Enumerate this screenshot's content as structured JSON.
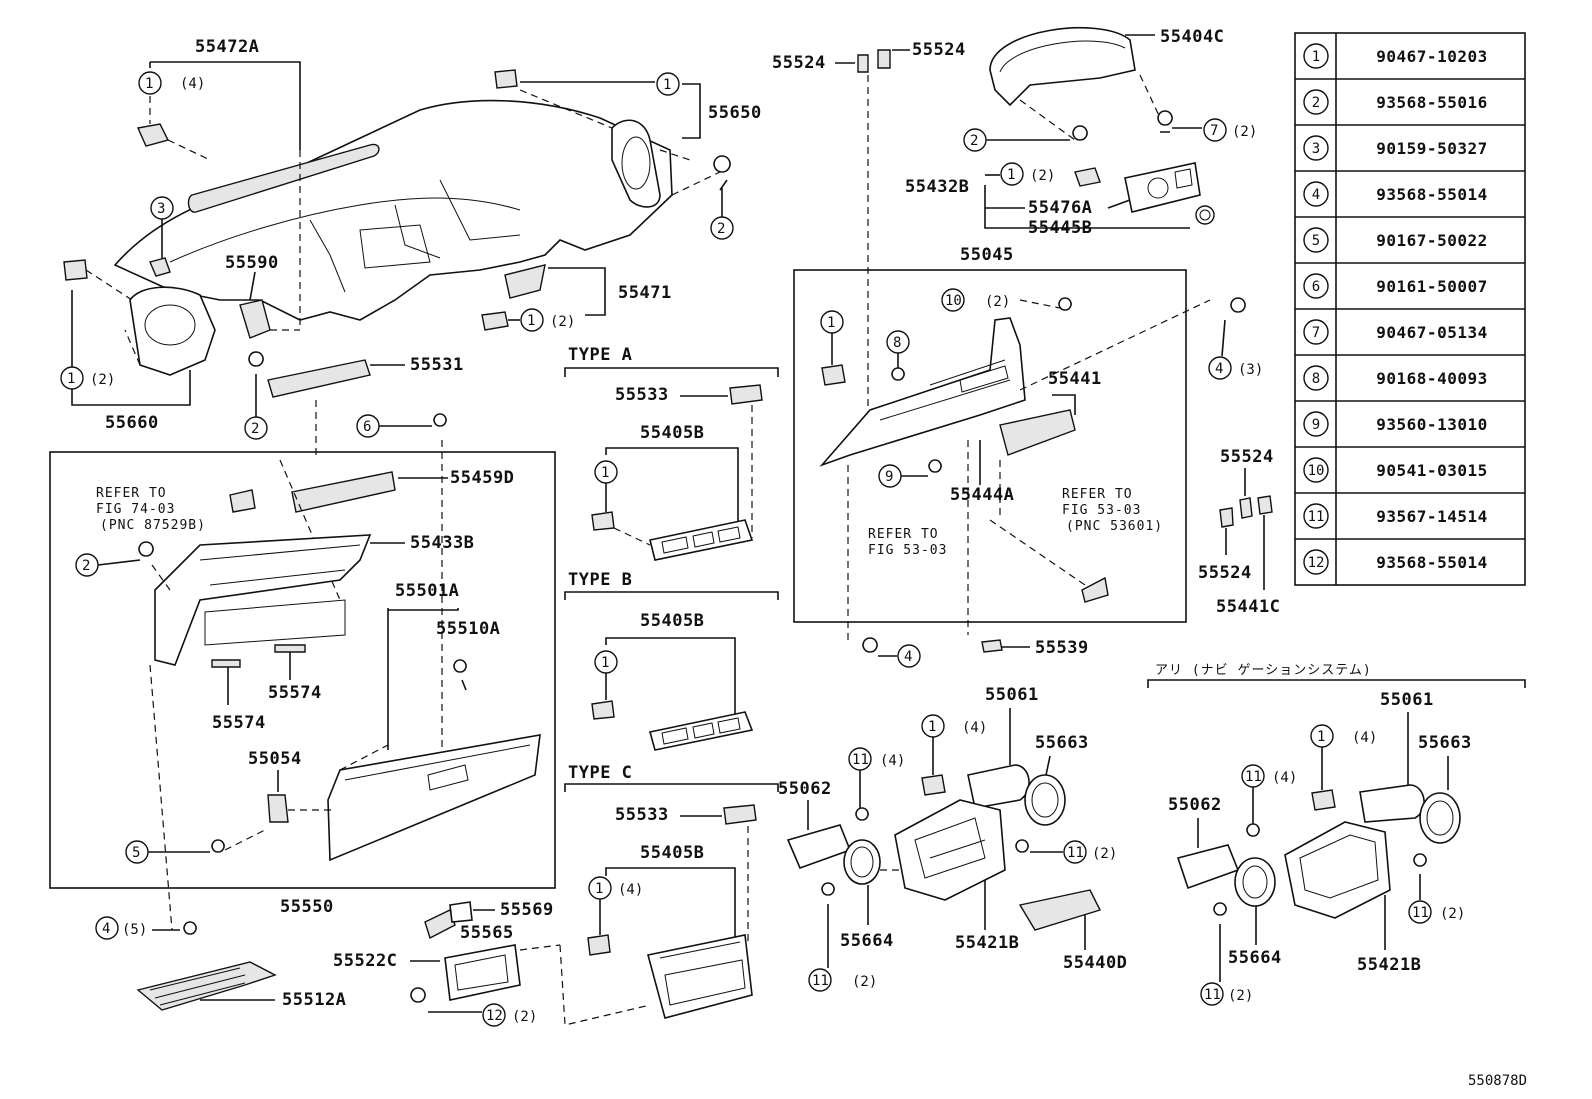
{
  "diagram_id": "550878D",
  "parts_table": [
    {
      "ref": "1",
      "part": "90467-10203"
    },
    {
      "ref": "2",
      "part": "93568-55016"
    },
    {
      "ref": "3",
      "part": "90159-50327"
    },
    {
      "ref": "4",
      "part": "93568-55014"
    },
    {
      "ref": "5",
      "part": "90167-50022"
    },
    {
      "ref": "6",
      "part": "90161-50007"
    },
    {
      "ref": "7",
      "part": "90467-05134"
    },
    {
      "ref": "8",
      "part": "90168-40093"
    },
    {
      "ref": "9",
      "part": "93560-13010"
    },
    {
      "ref": "10",
      "part": "90541-03015"
    },
    {
      "ref": "11",
      "part": "93567-14514"
    },
    {
      "ref": "12",
      "part": "93568-55014"
    }
  ],
  "labels": {
    "p55472A": "55472A",
    "p55650": "55650",
    "p55590": "55590",
    "p55471": "55471",
    "p55660": "55660",
    "p55531": "55531",
    "p55459D": "55459D",
    "p55433B": "55433B",
    "p55501A": "55501A",
    "p55510A": "55510A",
    "p55574a": "55574",
    "p55574b": "55574",
    "p55054": "55054",
    "p55550": "55550",
    "p55569": "55569",
    "p55565": "55565",
    "p55522C": "55522C",
    "p55512A": "55512A",
    "p55524a": "55524",
    "p55524b": "55524",
    "p55404C": "55404C",
    "p55432B": "55432B",
    "p55476A": "55476A",
    "p55445B": "55445B",
    "p55045": "55045",
    "p55441": "55441",
    "p55444A": "55444A",
    "p55539": "55539",
    "p55524c": "55524",
    "p55524d": "55524",
    "p55441C": "55441C",
    "p55533a": "55533",
    "p55405Ba": "55405B",
    "p55405Bb": "55405B",
    "p55533c": "55533",
    "p55405Bc": "55405B",
    "p55061a": "55061",
    "p55663a": "55663",
    "p55062a": "55062",
    "p55664a": "55664",
    "p55421Ba": "55421B",
    "p55440D": "55440D",
    "p55061b": "55061",
    "p55663b": "55663",
    "p55062b": "55062",
    "p55664b": "55664",
    "p55421Bb": "55421B"
  },
  "qty": {
    "q4": "(4)",
    "q2": "(2)",
    "q3": "(3)",
    "q5": "(5)"
  },
  "types": {
    "a": "TYPE A",
    "b": "TYPE B",
    "c": "TYPE C"
  },
  "nav_header": "アリ (ナビ ゲーションシステム)",
  "notes": {
    "refer1_l1": "REFER TO",
    "refer1_l2": "FIG 74-03",
    "refer1_l3": "(PNC 87529B)",
    "refer2_l1": "REFER TO",
    "refer2_l2": "FIG 53-03",
    "refer3_l1": "REFER TO",
    "refer3_l2": "FIG 53-03",
    "refer3_l3": "(PNC 53601)"
  }
}
